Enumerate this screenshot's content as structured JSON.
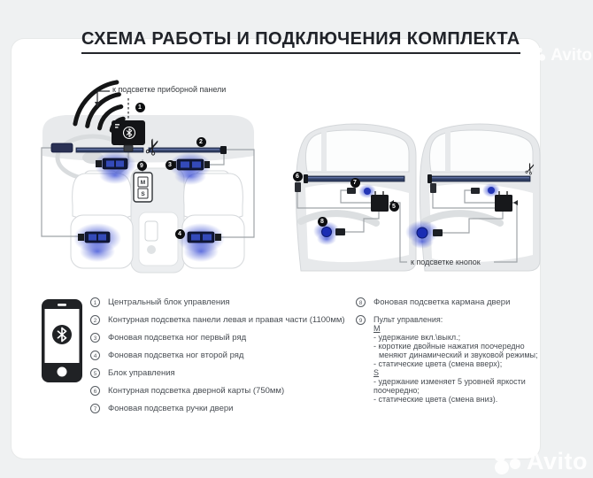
{
  "title": "СХЕМА РАБОТЫ И ПОДКЛЮЧЕНИЯ КОМПЛЕКТА",
  "watermark": {
    "brand": "Avito"
  },
  "diagram": {
    "dash_label": "к подсветке приборной панели",
    "buttons_label": "к подсветке кнопок",
    "remote": {
      "m_label": "M",
      "s_label": "S"
    },
    "markers": {
      "m1": "1",
      "m2": "2",
      "m3": "3",
      "m4": "4",
      "m5": "5",
      "m6": "6",
      "m7": "7",
      "m8": "8",
      "m9": "9"
    }
  },
  "legend": {
    "items": [
      {
        "num": "1",
        "text": "Центральный блок управления"
      },
      {
        "num": "2",
        "text": "Контурная подсветка панели левая и правая части (1100мм)"
      },
      {
        "num": "3",
        "text": "Фоновая подсветка ног первый ряд"
      },
      {
        "num": "4",
        "text": "Фоновая подсветка ног второй ряд"
      },
      {
        "num": "5",
        "text": "Блок управления"
      },
      {
        "num": "6",
        "text": "Контурная подсветка дверной карты (750мм)"
      },
      {
        "num": "7",
        "text": "Фоновая подсветка ручки двери"
      },
      {
        "num": "8",
        "text": "Фоновая подсветка кармана двери"
      }
    ],
    "remote": {
      "num": "9",
      "title": "Пульт управления:",
      "m_label": "M",
      "m_lines": [
        "- удержание вкл.\\выкл.;",
        "- короткие двойные нажатия поочередно",
        "меняют динамический и звуковой режимы;",
        "- статические цвета (смена вверх);"
      ],
      "s_label": "S",
      "s_lines": [
        "- удержание изменяет 5 уровней яркости поочередно;",
        "- статические цвета (смена вниз)."
      ]
    }
  },
  "colors": {
    "led_strip": "#303e61",
    "glow_blue": "#2e43cf",
    "marker_bg": "#0d0e10",
    "text_gray": "#484d53",
    "card_bg": "#ffffff",
    "page_bg": "#eff1f2"
  }
}
